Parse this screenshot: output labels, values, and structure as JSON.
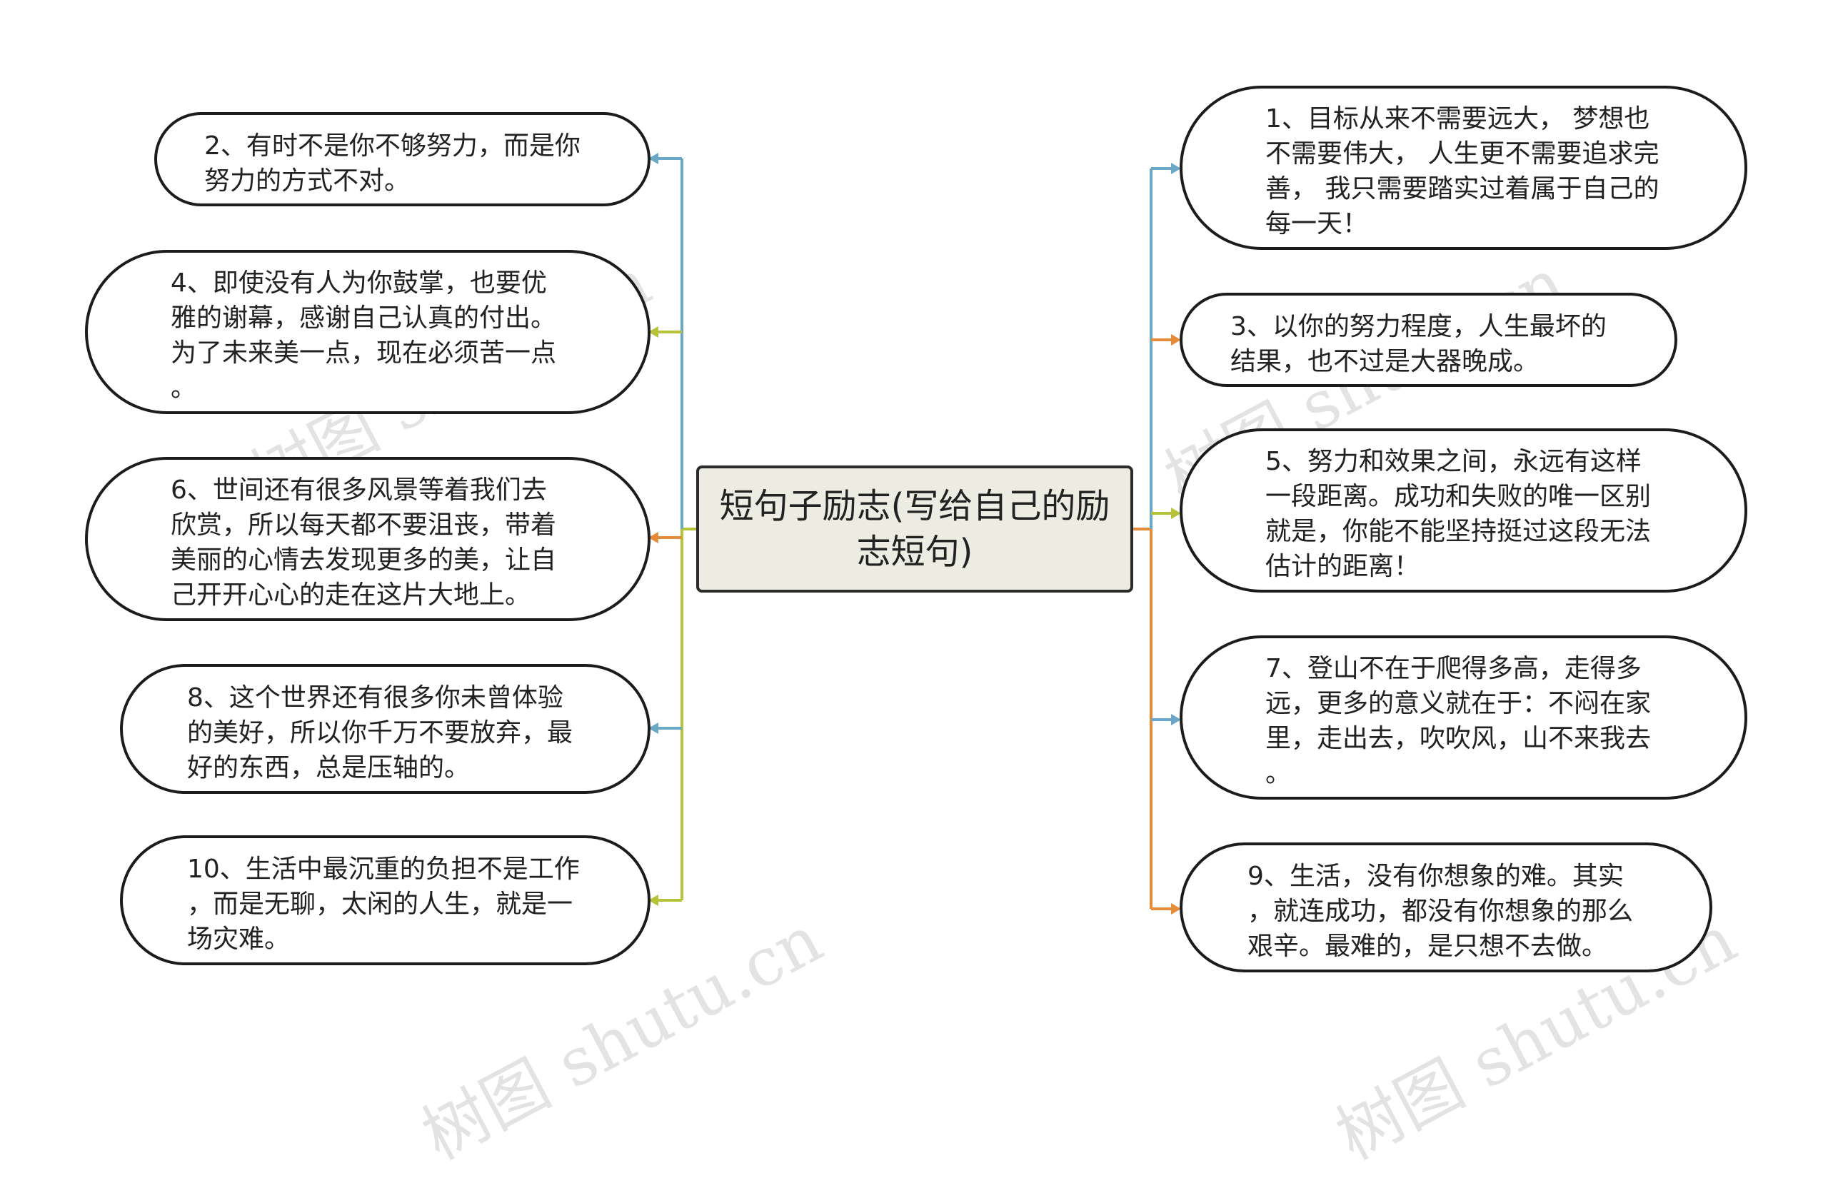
{
  "diagram": {
    "center_title": "短句子励志(写给自己的励\n志短句)",
    "left_nodes": [
      {
        "text": "2、有时不是你不够努力，而是你\n努力的方式不对。"
      },
      {
        "text": "4、即使没有人为你鼓掌，也要优\n雅的谢幕，感谢自己认真的付出。\n为了未来美一点，现在必须苦一点\n。"
      },
      {
        "text": "6、世间还有很多风景等着我们去\n欣赏，所以每天都不要沮丧，带着\n美丽的心情去发现更多的美，让自\n己开开心心的走在这片大地上。"
      },
      {
        "text": "8、这个世界还有很多你未曾体验\n的美好，所以你千万不要放弃，最\n好的东西，总是压轴的。"
      },
      {
        "text": "10、生活中最沉重的负担不是工作\n，而是无聊，太闲的人生，就是一\n场灾难。"
      }
    ],
    "right_nodes": [
      {
        "text": "1、目标从来不需要远大， 梦想也\n不需要伟大， 人生更不需要追求完\n善， 我只需要踏实过着属于自己的\n每一天！"
      },
      {
        "text": "3、以你的努力程度，人生最坏的\n结果，也不过是大器晚成。"
      },
      {
        "text": "5、努力和效果之间，永远有这样\n一段距离。成功和失败的唯一区别\n就是，你能不能坚持挺过这段无法\n估计的距离！"
      },
      {
        "text": "7、登山不在于爬得多高，走得多\n远，更多的意义就在于：不闷在家\n里，走出去，吹吹风，山不来我去\n。"
      },
      {
        "text": "9、生活，没有你想象的难。其实\n，就连成功，都没有你想象的那么\n艰辛。最难的，是只想不去做。"
      }
    ],
    "watermark": "树图 shutu.cn",
    "colors": {
      "blue": "#6aa8c8",
      "olive": "#b5c23a",
      "orange": "#e58b3a",
      "center_fill": "#ecece2",
      "border": "#1c1c1c"
    }
  }
}
